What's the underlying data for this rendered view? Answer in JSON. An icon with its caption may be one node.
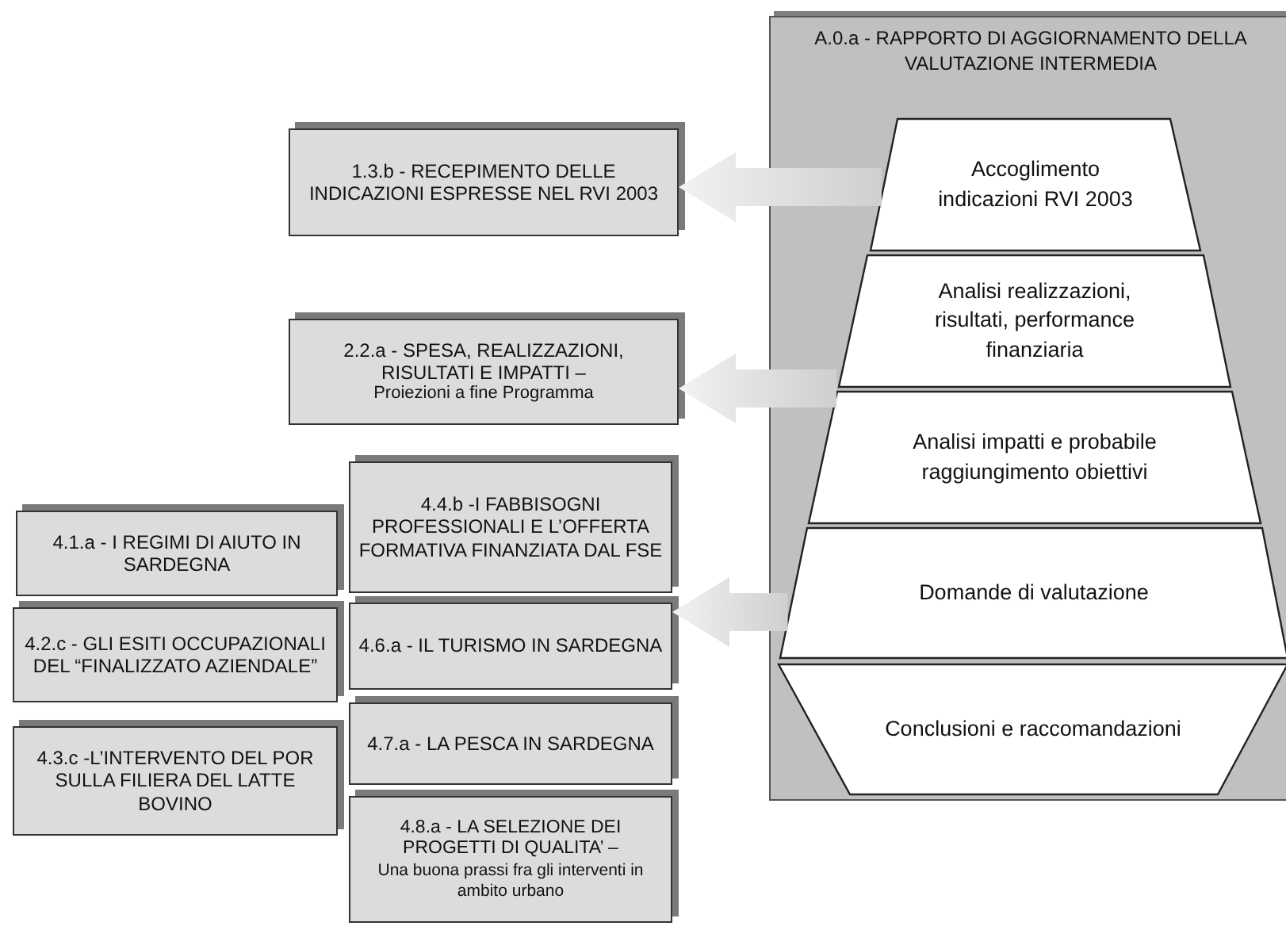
{
  "diagram": {
    "nodes": [
      {
        "text": [
          "A.0.a - RAPPORTO DI AGGIORNAMENTO DELLA VALUTAZIONE INTERMEDIA"
        ]
      },
      {
        "text": [
          "Accoglimento indicazioni RVI 2003"
        ],
        "in": 0
      },
      {
        "text": [
          "Analisi realizzazioni, risultati, performance finanziaria"
        ],
        "in": 0
      },
      {
        "text": [
          "Analisi impatti e probabile raggiungimento obiettivi"
        ],
        "in": 0
      },
      {
        "text": [
          "Domande di valutazione"
        ],
        "in": 0
      },
      {
        "text": [
          "Conclusioni e raccomandazioni"
        ],
        "in": 0
      },
      {
        "text": [
          "1.3.b - RECEPIMENTO DELLE INDICAZIONI ESPRESSE NEL RVI 2003"
        ]
      },
      {
        "text": [
          "2.2.a - SPESA, REALIZZAZIONI, RISULTATI E IMPATTI –",
          "Proiezioni a fine Programma"
        ]
      },
      {
        "text": [
          "4.1.a - I REGIMI DI AIUTO IN SARDEGNA"
        ]
      },
      {
        "text": [
          "4.4.b -I FABBISOGNI PROFESSIONALI E L’OFFERTA FORMATIVA FINANZIATA DAL FSE"
        ]
      },
      {
        "text": [
          "4.2.c - GLI ESITI OCCUPAZIONALI DEL “FINALIZZATO AZIENDALE”"
        ]
      },
      {
        "text": [
          "4.6.a - IL TURISMO IN SARDEGNA"
        ]
      },
      {
        "text": [
          "4.3.c -L’INTERVENTO DEL POR SULLA FILIERA DEL LATTE BOVINO"
        ]
      },
      {
        "text": [
          "4.7.a - LA PESCA IN SARDEGNA"
        ]
      },
      {
        "text": [
          "4.8.a - LA SELEZIONE DEI PROGETTI DI QUALITA’ –",
          "Una buona prassi fra gli interventi in ambito urbano"
        ]
      }
    ],
    "edges": [
      {
        "from": 1,
        "to": 6,
        "arrow": "to",
        "style": "thick"
      },
      {
        "from": 2,
        "to": 7,
        "arrow": "to",
        "style": "thick"
      },
      {
        "from": 4,
        "to": 11,
        "arrow": "to",
        "style": "thick"
      }
    ]
  }
}
